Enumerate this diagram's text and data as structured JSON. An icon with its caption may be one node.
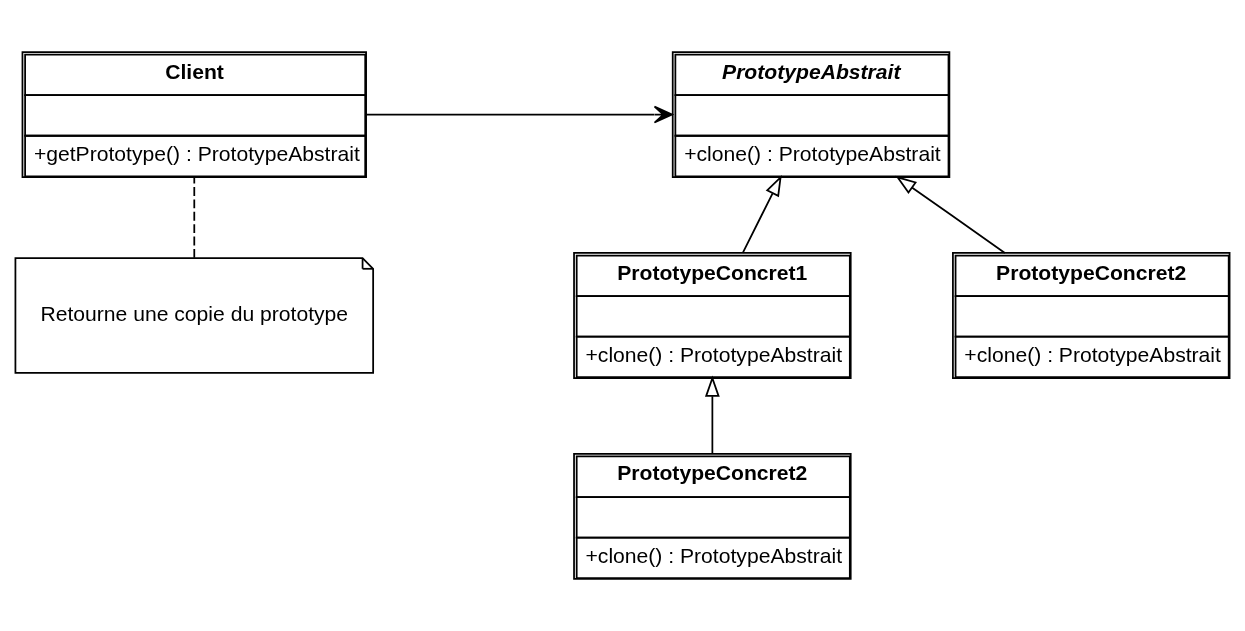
{
  "diagram": {
    "nodes": [
      {
        "text": [
          "Client",
          "+getPrototype() : PrototypeAbstrait"
        ]
      },
      {
        "text": [
          "PrototypeAbstrait",
          "+clone() : PrototypeAbstrait"
        ]
      },
      {
        "text": [
          "PrototypeConcret1",
          "+clone() : PrototypeAbstrait"
        ]
      },
      {
        "text": [
          "PrototypeConcret2",
          "+clone() : PrototypeAbstrait"
        ]
      },
      {
        "text": [
          "Retourne une copie du prototype"
        ]
      },
      {
        "text": [
          "PrototypeConcret2",
          "+clone() : PrototypeAbstrait"
        ]
      }
    ],
    "edges": [
      {
        "from": 0,
        "to": 1,
        "arrow": "to"
      },
      {
        "from": 2,
        "to": 1,
        "arrow": "to"
      },
      {
        "from": 3,
        "to": 1,
        "arrow": "to"
      },
      {
        "from": 5,
        "to": 2,
        "arrow": "to"
      },
      {
        "from": 4,
        "to": 0,
        "arrow": "none",
        "style": "dashed"
      }
    ]
  }
}
